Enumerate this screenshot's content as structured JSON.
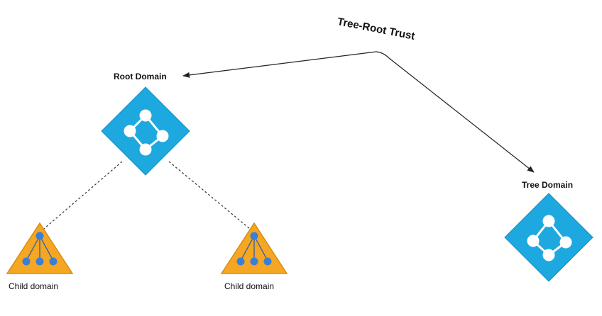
{
  "diagram": {
    "trust_label": "Tree-Root Trust",
    "root_domain_label": "Root Domain",
    "tree_domain_label": "Tree Domain",
    "child_domain_left_label": "Child domain",
    "child_domain_right_label": "Child domain"
  },
  "colors": {
    "domain_diamond": "#1ea8e0",
    "child_triangle": "#f5a623",
    "child_node": "#3a7fd5",
    "connector": "#222222"
  },
  "icons": {
    "root_domain": "domain-network-icon",
    "tree_domain": "domain-network-icon",
    "child_domain": "child-domain-hierarchy-icon"
  }
}
